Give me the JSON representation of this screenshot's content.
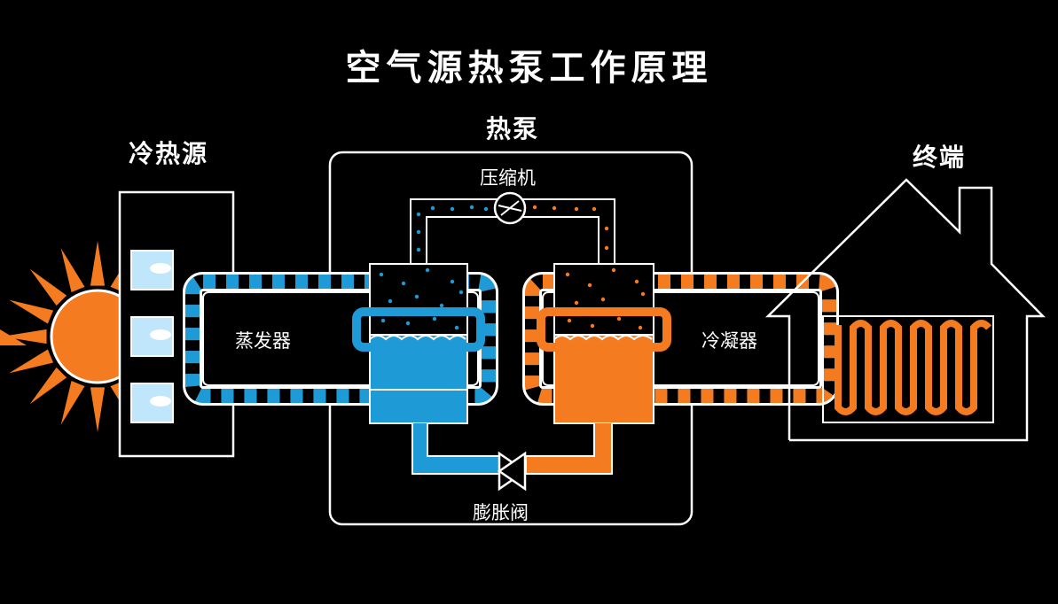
{
  "title": "空气源热泵工作原理",
  "sections": {
    "source": "冷热源",
    "heat_pump": "热泵",
    "terminal": "终端"
  },
  "components": {
    "compressor": "压缩机",
    "evaporator": "蒸发器",
    "condenser": "冷凝器",
    "expansion_valve": "膨胀阀"
  },
  "colors": {
    "background": "#000000",
    "cold": "#1e9bd7",
    "hot": "#f47b20",
    "line": "#ffffff"
  },
  "icons": [
    "sun-icon",
    "cloud-window-icon",
    "house-icon",
    "compressor-icon",
    "valve-icon",
    "floor-heating-coil-icon"
  ]
}
